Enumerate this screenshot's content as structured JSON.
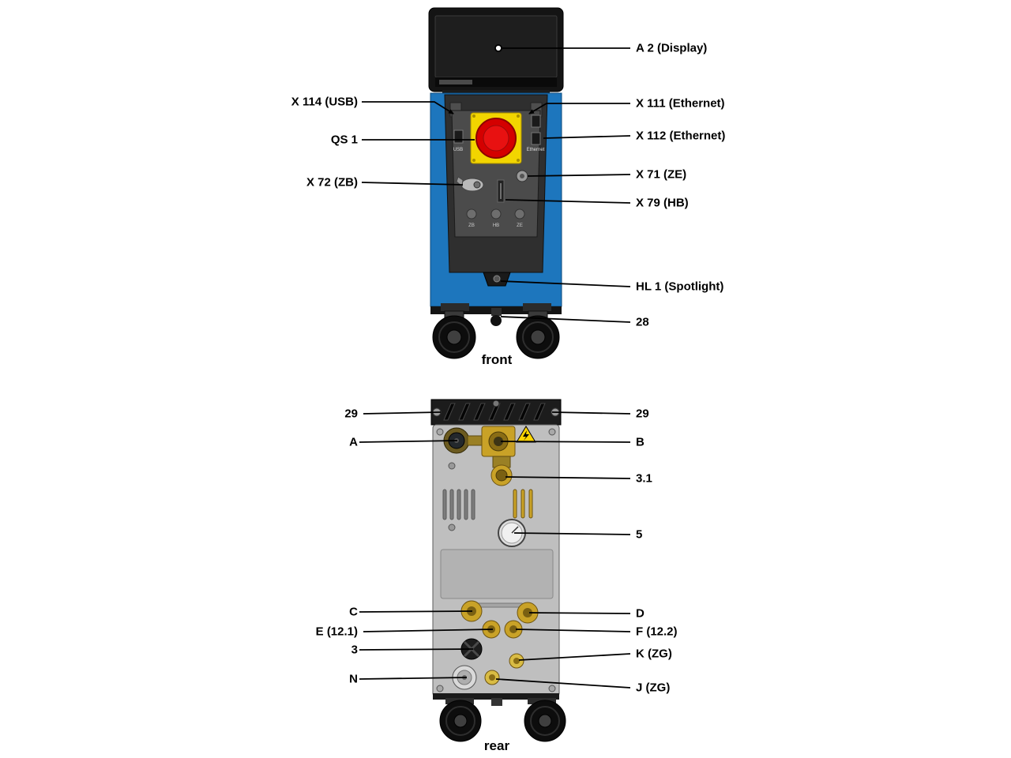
{
  "figure": {
    "front_caption": "front",
    "rear_caption": "rear"
  },
  "front_callouts": [
    {
      "label": "A 2 (Display)",
      "side": "right"
    },
    {
      "label": "X 114 (USB)",
      "side": "left"
    },
    {
      "label": "X 111 (Ethernet)",
      "side": "right"
    },
    {
      "label": "QS 1",
      "side": "left"
    },
    {
      "label": "X 112 (Ethernet)",
      "side": "right"
    },
    {
      "label": "X 72 (ZB)",
      "side": "left"
    },
    {
      "label": "X 71 (ZE)",
      "side": "right"
    },
    {
      "label": "X 79 (HB)",
      "side": "right"
    },
    {
      "label": "HL 1 (Spotlight)",
      "side": "right"
    },
    {
      "label": "28",
      "side": "right"
    }
  ],
  "rear_callouts": [
    {
      "label": "29",
      "side": "left"
    },
    {
      "label": "29",
      "side": "right"
    },
    {
      "label": "A",
      "side": "left"
    },
    {
      "label": "B",
      "side": "right"
    },
    {
      "label": "3.1",
      "side": "right"
    },
    {
      "label": "5",
      "side": "right"
    },
    {
      "label": "C",
      "side": "left"
    },
    {
      "label": "D",
      "side": "right"
    },
    {
      "label": "E (12.1)",
      "side": "left"
    },
    {
      "label": "F (12.2)",
      "side": "right"
    },
    {
      "label": "3",
      "side": "left"
    },
    {
      "label": "K (ZG)",
      "side": "right"
    },
    {
      "label": "N",
      "side": "left"
    },
    {
      "label": "J (ZG)",
      "side": "right"
    }
  ],
  "machine_text": {
    "usb": "USB",
    "ethernet": "Ethernet",
    "zb": "ZB",
    "hb": "HB",
    "ze": "ZE"
  },
  "colors": {
    "machine_blue": "#1D76BD",
    "estop_red": "#D40000",
    "estop_plate_yellow": "#F2D500",
    "brass": "#C9A227",
    "warning_yellow": "#FFD500"
  }
}
